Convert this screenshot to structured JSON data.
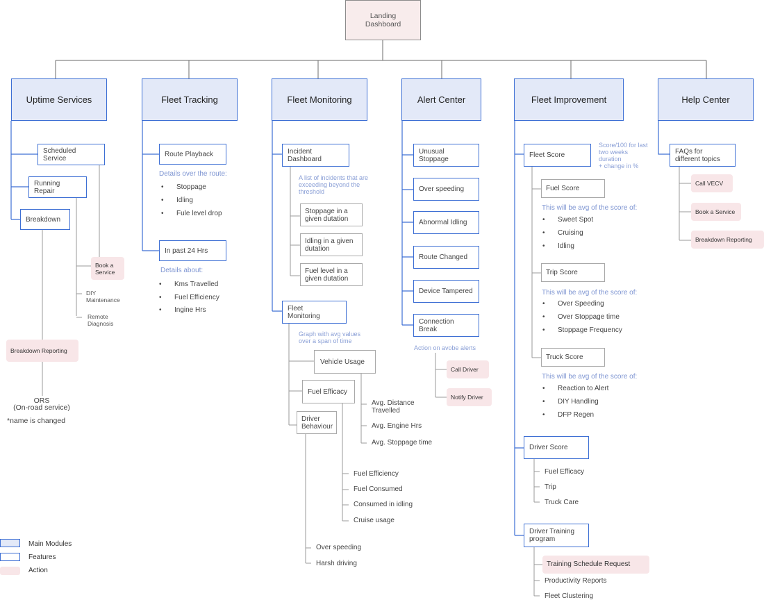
{
  "root": {
    "label": "Landing\nDashboard"
  },
  "modules": {
    "uptime": "Uptime Services",
    "tracking": "Fleet Tracking",
    "monitoring": "Fleet Monitoring",
    "alert": "Alert Center",
    "improvement": "Fleet Improvement",
    "help": "Help Center"
  },
  "uptime": {
    "scheduled": "Scheduled\nService",
    "running": "Running\nRepair",
    "breakdown": "Breakdown",
    "book": "Book a\nService",
    "diy": "DIY\nMaintenance",
    "remote": "Remote\nDiagnosis",
    "breakdown_reporting": "Breakdown Reporting",
    "ors": "ORS\n(On-road service)",
    "footnote": "*name is changed"
  },
  "tracking": {
    "route_playback": "Route Playback",
    "route_note": "Details over the route:",
    "route_items": [
      "Stoppage",
      "Idling",
      "Fule level drop"
    ],
    "past24": "In past 24 Hrs",
    "past_note": "Details about:",
    "past_items": [
      "Kms Travelled",
      "Fuel Efficiency",
      "Ingine Hrs"
    ]
  },
  "monitoring": {
    "incident": "Incident\nDashboard",
    "incident_note": "A list of incidents that are\nexceeding beyond the\nthreshold",
    "incident_items": [
      "Stoppage in a\ngiven dutation",
      "Idling in a given\ndutation",
      "Fuel level in a\ngiven dutation"
    ],
    "fleet_mon": "Fleet\nMonitoring",
    "fleet_mon_note": "Graph with avg values\nover a span of time",
    "vehicle_usage": "Vehicle Usage",
    "fuel_efficacy": "Fuel Efficacy",
    "driver_behaviour": "Driver\nBehaviour",
    "usage_items": [
      "Avg. Distance\nTravelled",
      "Avg. Engine Hrs",
      "Avg. Stoppage time"
    ],
    "fuel_items": [
      "Fuel Efficiency",
      "Fuel Consumed",
      "Consumed in idling",
      "Cruise usage"
    ],
    "driver_items": [
      "Over speeding",
      "Harsh driving"
    ]
  },
  "alert": {
    "items": [
      "Unusual\nStoppage",
      "Over speeding",
      "Abnormal Idling",
      "Route Changed",
      "Device Tampered",
      "Connection\nBreak"
    ],
    "action_note": "Action on avobe alerts",
    "call": "Call Driver",
    "notify": "Notify  Driver"
  },
  "improvement": {
    "fleet_score": "Fleet Score",
    "fleet_score_note": "Score/100 for last\ntwo weeks\nduration\n+ change in %",
    "fuel_score": "Fuel Score",
    "fuel_note": "This will be avg of the score of:",
    "fuel_items": [
      "Sweet Spot",
      "Cruising",
      "Idling"
    ],
    "trip_score": "Trip Score",
    "trip_note": "This will be avg of the score of:",
    "trip_items": [
      "Over Speeding",
      "Over Stoppage time",
      "Stoppage Frequency"
    ],
    "truck_score": "Truck Score",
    "truck_note": "This will be avg of the score of:",
    "truck_items": [
      "Reaction to Alert",
      "DIY Handling",
      "DFP Regen"
    ],
    "driver_score": "Driver Score",
    "driver_items": [
      "Fuel Efficacy",
      "Trip",
      "Truck Care"
    ],
    "training": "Driver Training\nprogram",
    "training_request": "Training Schedule Request",
    "training_items": [
      "Productivity Reports",
      "Fleet Clustering"
    ]
  },
  "help": {
    "faqs": "FAQs for\ndifferent topics",
    "actions": [
      "Call VECV",
      "Book a Service",
      "Breakdown Reporting"
    ]
  },
  "legend": {
    "main": "Main Modules",
    "features": "Features",
    "action": "Action"
  },
  "colors": {
    "module_fill": "#e3e9f8",
    "feature_border": "#3d6fd4",
    "action_fill": "#f8e6e8",
    "note_text": "#8a9fd6",
    "line": "#6b6b6b"
  }
}
